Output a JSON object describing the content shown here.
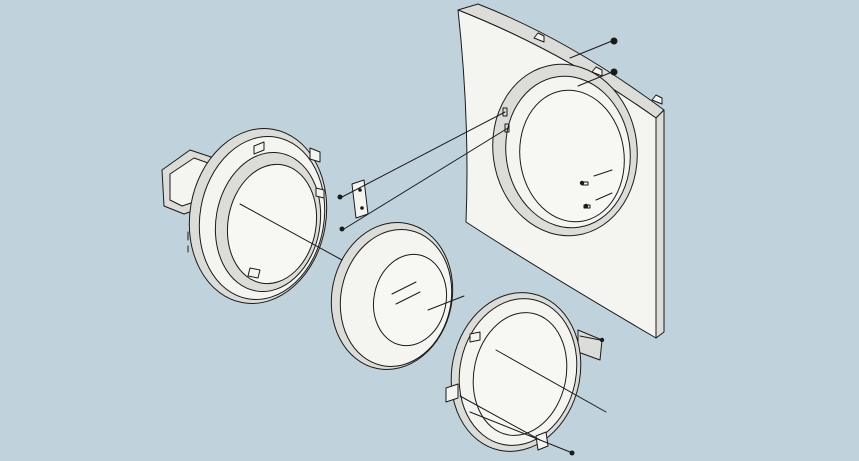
{
  "diagram": {
    "type": "exploded-assembly",
    "colors": {
      "background": "#c0d3dc",
      "part_fill": "#f4f4f1",
      "part_shade": "#dcdcd8",
      "line": "#1a1a1a"
    },
    "parts": [
      "front-panel",
      "inner-door-frame",
      "door-glass",
      "outer-door-frame",
      "door-hinge",
      "door-lock-strike",
      "screw"
    ]
  }
}
